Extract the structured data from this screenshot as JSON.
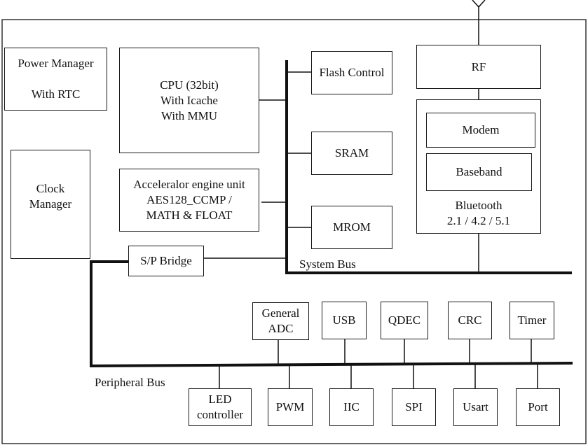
{
  "diagram": {
    "type": "block-diagram",
    "description": "SoC system block diagram",
    "blocks": {
      "power_manager": [
        "Power Manager",
        "",
        "With RTC"
      ],
      "cpu": [
        "CPU (32bit)",
        "With Icache",
        "With MMU"
      ],
      "clock_manager": [
        "Clock",
        "Manager"
      ],
      "accelerator": [
        "Acceleralor engine unit",
        "AES128_CCMP /",
        "MATH & FLOAT"
      ],
      "sp_bridge": [
        "S/P Bridge"
      ],
      "flash_control": [
        "Flash Control"
      ],
      "sram": [
        "SRAM"
      ],
      "mrom": [
        "MROM"
      ],
      "rf": [
        "RF"
      ],
      "bluetooth": [
        "Bluetooth",
        "2.1 / 4.2 / 5.1"
      ],
      "modem": [
        "Modem"
      ],
      "baseband": [
        "Baseband"
      ]
    },
    "peripherals_top": [
      [
        "General",
        "ADC"
      ],
      [
        "USB"
      ],
      [
        "QDEC"
      ],
      [
        "CRC"
      ],
      [
        "Timer"
      ]
    ],
    "peripherals_bottom": [
      [
        "LED",
        "controller"
      ],
      [
        "PWM"
      ],
      [
        "IIC"
      ],
      [
        "SPI"
      ],
      [
        "Usart"
      ],
      [
        "Port"
      ]
    ],
    "labels": {
      "system_bus": "System Bus",
      "peripheral_bus": "Peripheral Bus"
    },
    "connections": [
      [
        "cpu",
        "system_bus"
      ],
      [
        "accelerator",
        "system_bus"
      ],
      [
        "sp_bridge",
        "system_bus"
      ],
      [
        "flash_control",
        "system_bus"
      ],
      [
        "sram",
        "system_bus"
      ],
      [
        "mrom",
        "system_bus"
      ],
      [
        "bluetooth",
        "system_bus"
      ],
      [
        "rf",
        "bluetooth"
      ],
      [
        "antenna",
        "rf"
      ],
      [
        "sp_bridge",
        "peripheral_bus"
      ],
      [
        "General ADC",
        "peripheral_bus"
      ],
      [
        "USB",
        "peripheral_bus"
      ],
      [
        "QDEC",
        "peripheral_bus"
      ],
      [
        "CRC",
        "peripheral_bus"
      ],
      [
        "Timer",
        "peripheral_bus"
      ],
      [
        "LED controller",
        "peripheral_bus"
      ],
      [
        "PWM",
        "peripheral_bus"
      ],
      [
        "IIC",
        "peripheral_bus"
      ],
      [
        "SPI",
        "peripheral_bus"
      ],
      [
        "Usart",
        "peripheral_bus"
      ],
      [
        "Port",
        "peripheral_bus"
      ]
    ]
  }
}
